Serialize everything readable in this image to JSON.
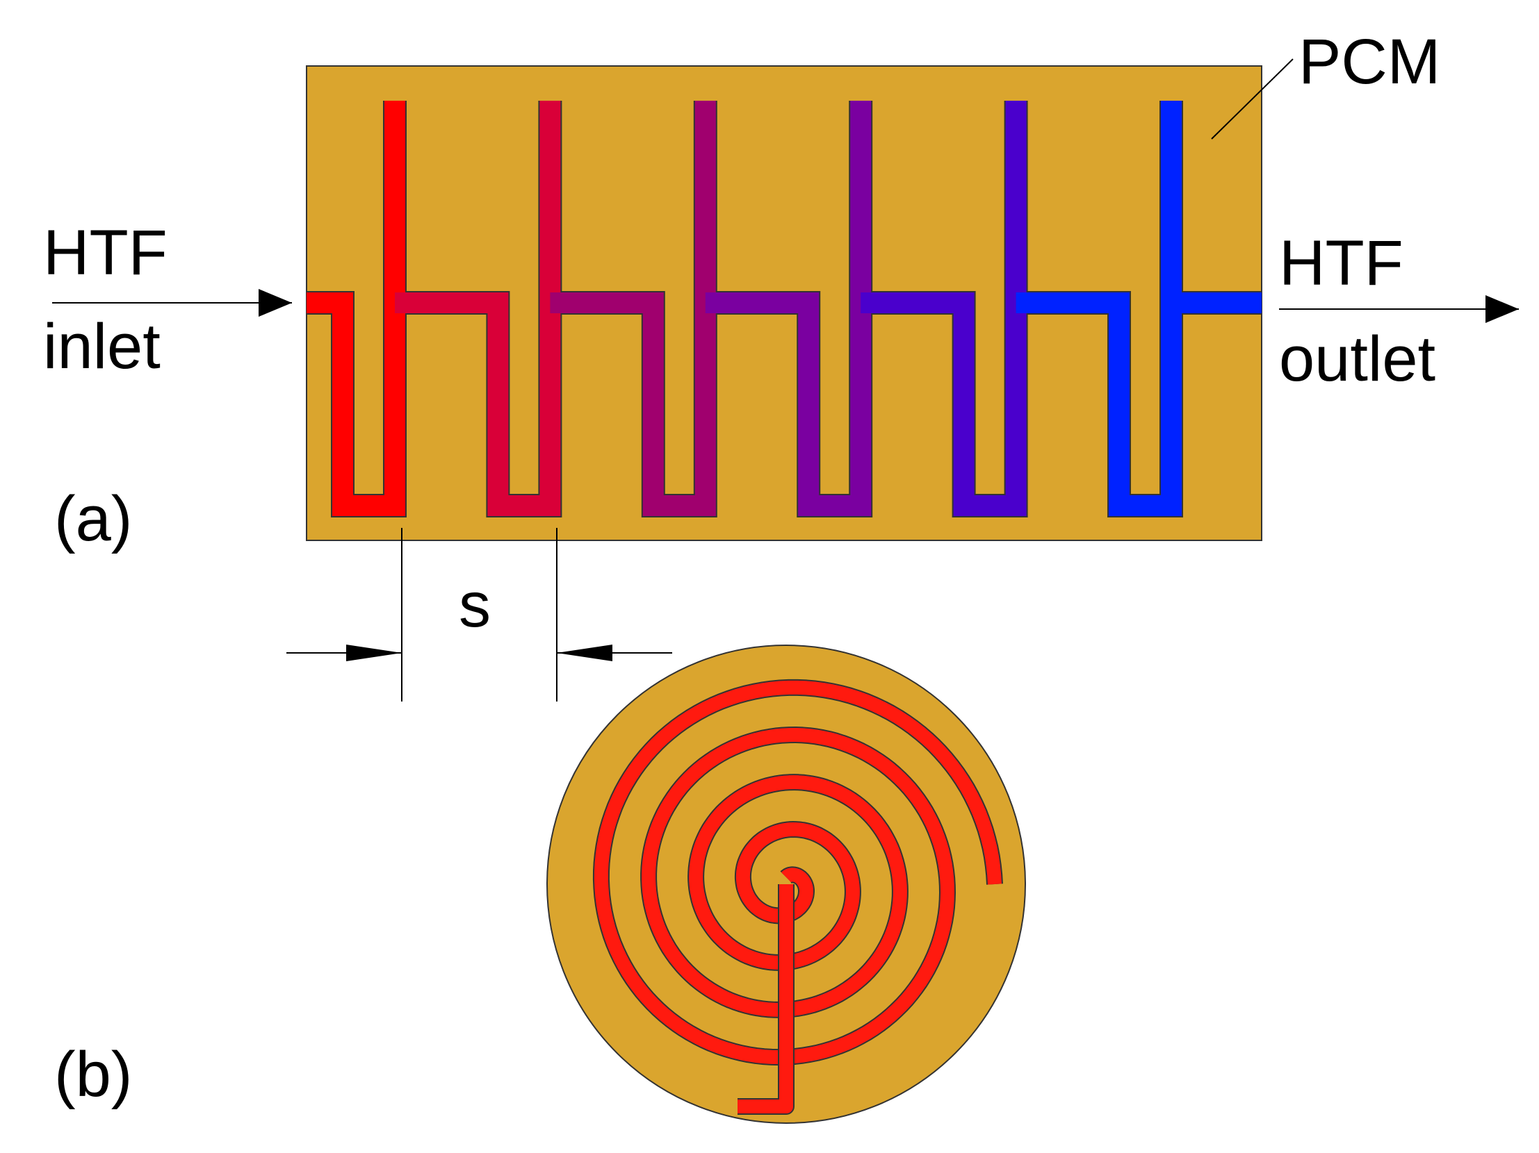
{
  "labels": {
    "pcm": "PCM",
    "inlet_line1": "HTF",
    "inlet_line2": "inlet",
    "outlet_line1": "HTF",
    "outlet_line2": "outlet",
    "panel_a": "(a)",
    "panel_b": "(b)",
    "spacing": "s"
  },
  "colors": {
    "pcm": "#DAA52E",
    "htf_inlet": "#FF0000",
    "htf_outlet": "#0022FF",
    "spiral_tube": "#FF1A0F",
    "outline": "#333333",
    "annotation": "#000000"
  },
  "panel_a": {
    "u_bends": 6,
    "tube_color_gradient": [
      "#FF0000",
      "#D90038",
      "#A0006E",
      "#7A00A0",
      "#4A00CC",
      "#0022FF"
    ]
  },
  "panel_b": {
    "spiral_turns": 4
  }
}
